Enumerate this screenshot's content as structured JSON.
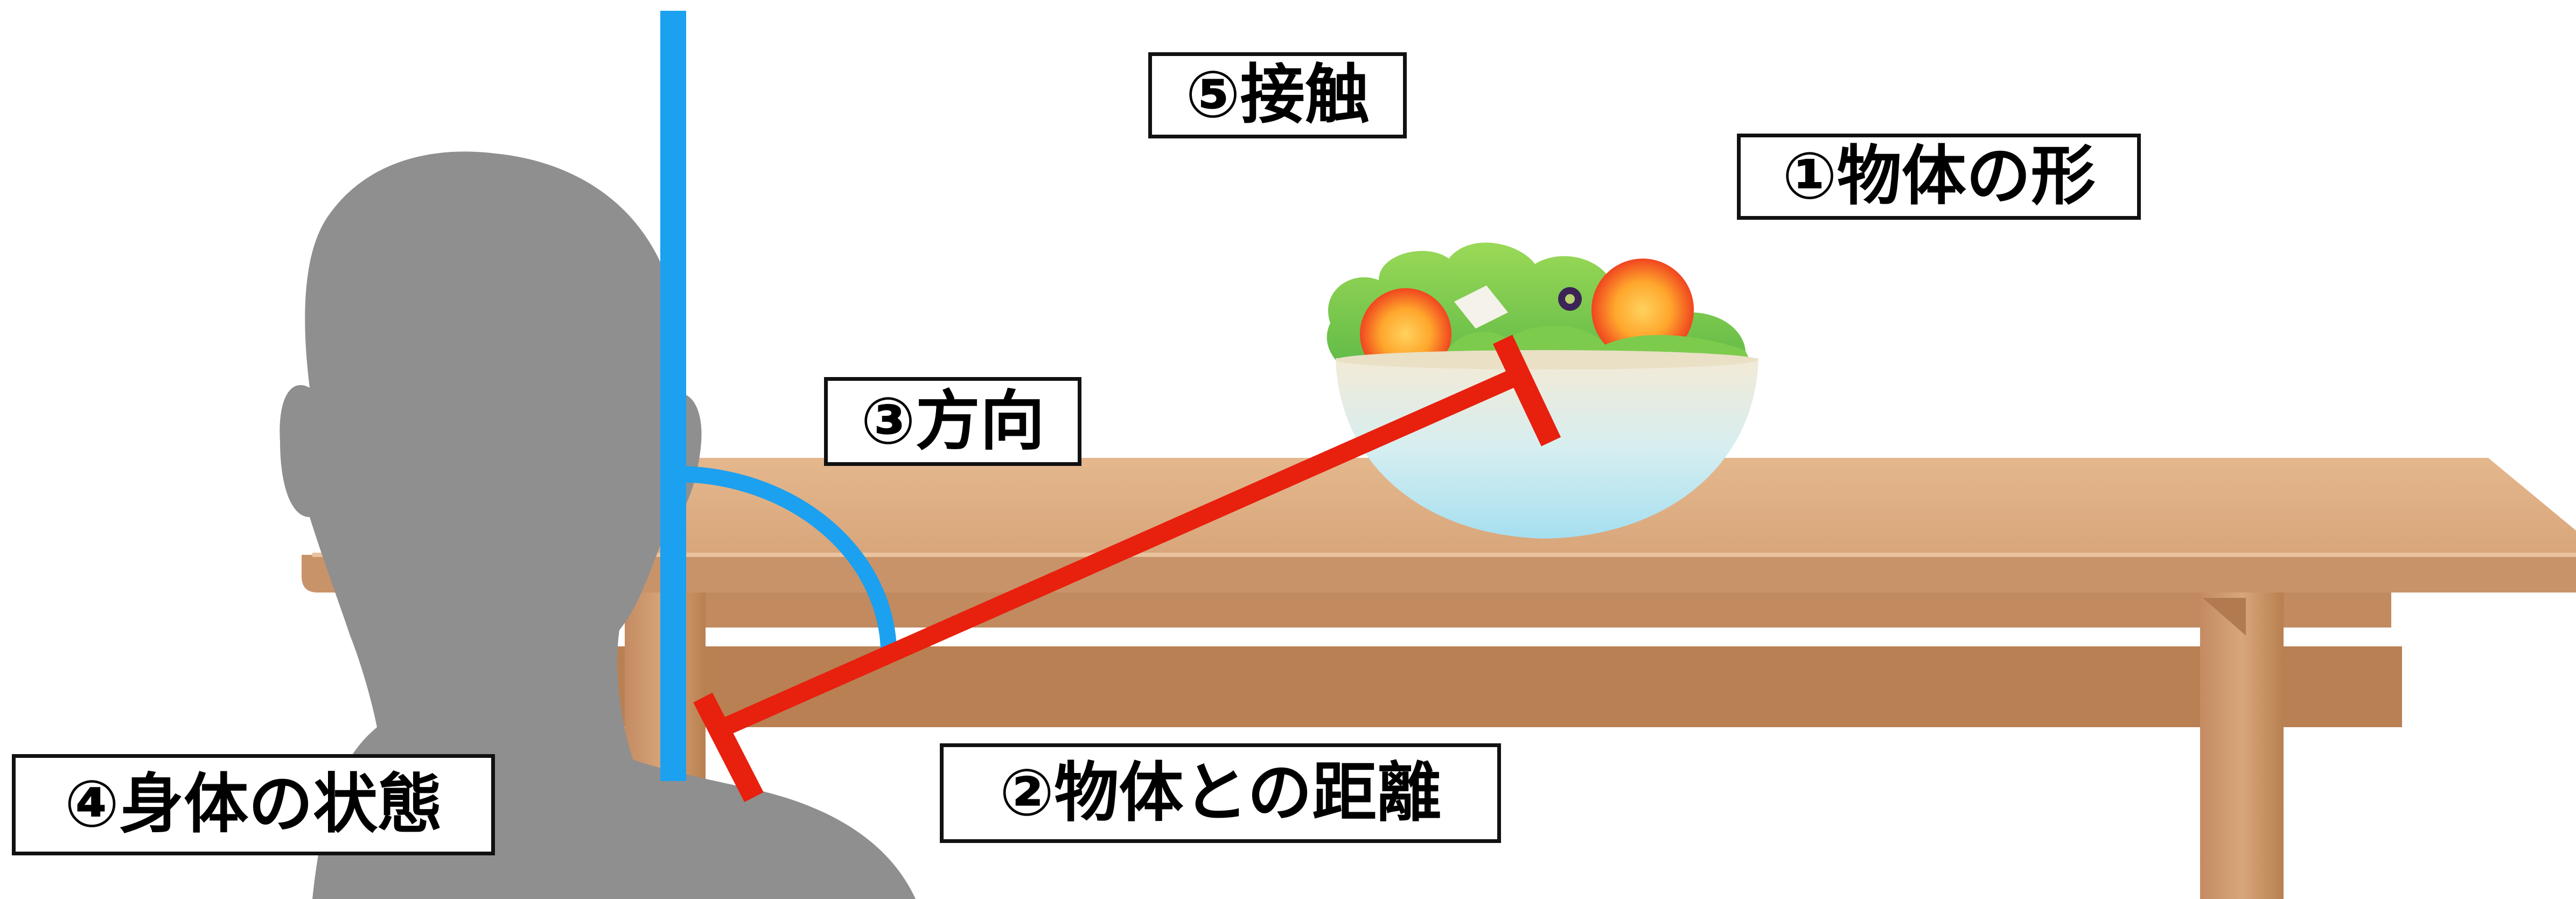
{
  "labels": {
    "object_shape": "①物体の形",
    "distance": "②物体との距離",
    "direction": "③方向",
    "body_state": "④身体の状態",
    "contact": "⑤接触"
  },
  "colors": {
    "background": "#ffffff",
    "silhouette": "#8f8f8f",
    "vertical_line": "#1ca0f0",
    "direction_arc": "#1ca0f0",
    "distance_line": "#e8200e",
    "table_wood": "#d7a37a",
    "table_shadow": "#a8734f",
    "label_border": "#111111"
  },
  "icons": {
    "salad": "salad-bowl-icon",
    "person": "person-silhouette-icon"
  }
}
